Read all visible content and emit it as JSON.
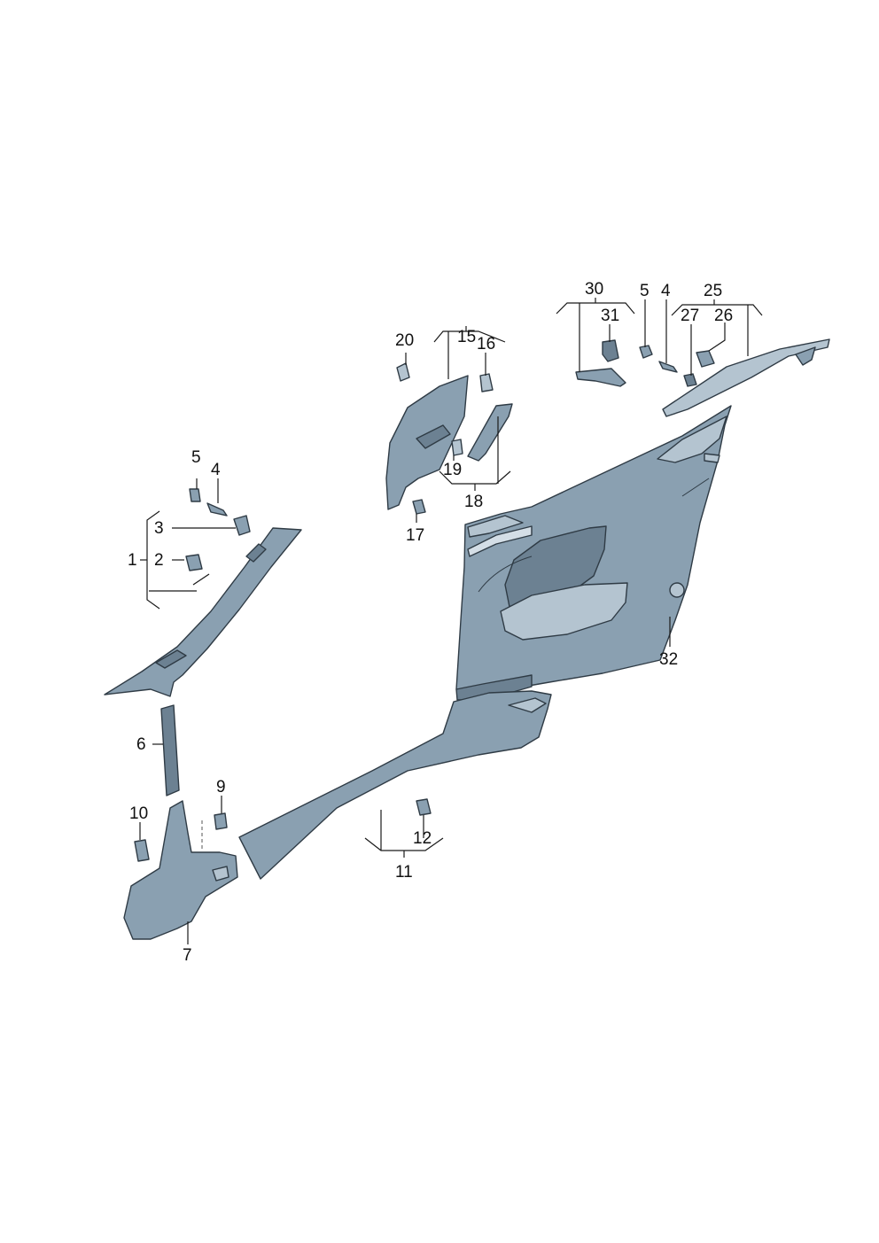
{
  "colors": {
    "part_dark": "#6c8192",
    "part_mid": "#8aa0b1",
    "part_light": "#b4c4d0",
    "line": "#2f3b45"
  },
  "callouts": {
    "c1": "1",
    "c2": "2",
    "c3": "3",
    "c4a": "4",
    "c5a": "5",
    "c6": "6",
    "c7": "7",
    "c9": "9",
    "c10": "10",
    "c11": "11",
    "c12": "12",
    "c15": "15",
    "c16": "16",
    "c17": "17",
    "c18": "18",
    "c19": "19",
    "c20": "20",
    "c25": "25",
    "c26": "26",
    "c27": "27",
    "c30": "30",
    "c31": "31",
    "c4b": "4",
    "c5b": "5",
    "c32": "32"
  }
}
